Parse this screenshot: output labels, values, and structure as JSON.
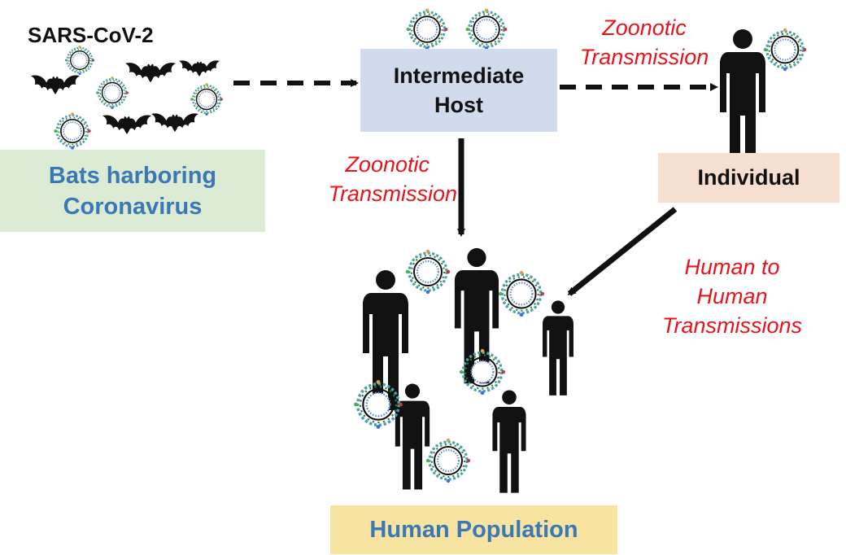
{
  "virus_name": "SARS-CoV-2",
  "nodes": {
    "bats": {
      "line1": "Bats harboring",
      "line2": "Coronavirus"
    },
    "intermediate": {
      "line1": "Intermediate",
      "line2": "Host"
    },
    "individual": {
      "label": "Individual"
    },
    "population": {
      "label": "Human Population"
    }
  },
  "edges": {
    "zoonotic_top": {
      "line1": "Zoonotic",
      "line2": "Transmission"
    },
    "zoonotic_left": {
      "line1": "Zoonotic",
      "line2": "Transmission"
    },
    "human_to_human": {
      "line1": "Human to",
      "line2": "Human",
      "line3": "Transmissions"
    }
  },
  "colors": {
    "bats_box": "#dcebd3",
    "bats_text": "#3a78b7",
    "intermediate_box": "#d0dbee",
    "individual_box": "#f6dfd1",
    "population_box": "#f7e4a0",
    "population_text": "#3a78b7",
    "edge_text": "#e8141b",
    "dark": "#111111"
  },
  "icons": {
    "virus": "coronavirus-icon",
    "bat": "bat-icon",
    "person": "person-silhouette-icon"
  }
}
